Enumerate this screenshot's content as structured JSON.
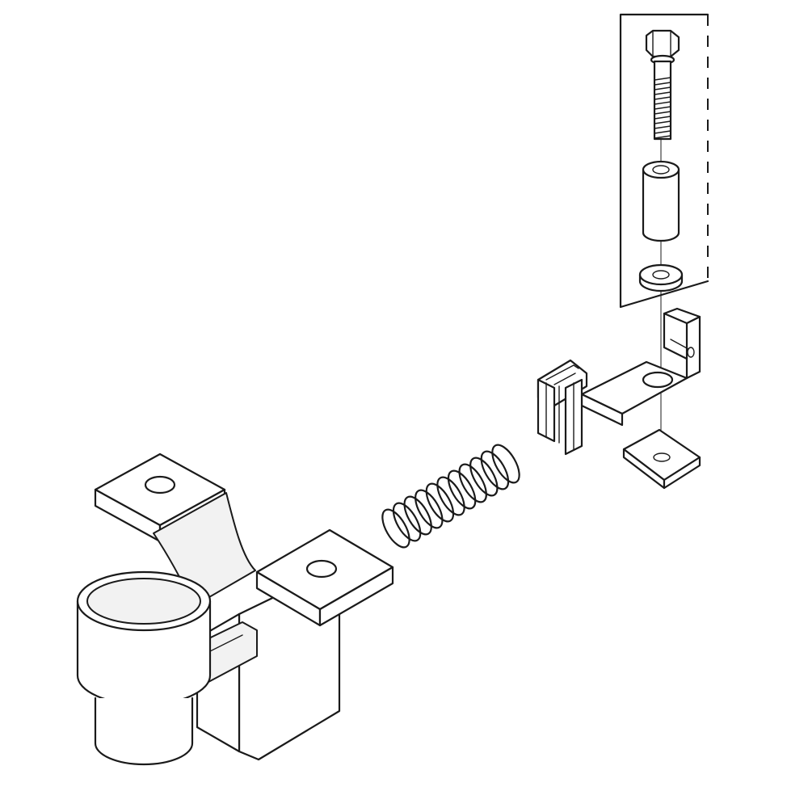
{
  "diagram": {
    "kind": "exploded parts diagram",
    "background": "#ffffff",
    "line_color": "#1a1a1a",
    "parts": [
      {
        "id": "hex-bolt",
        "icon": "hex-bolt-icon"
      },
      {
        "id": "spacer-sleeve",
        "icon": "cylinder-icon"
      },
      {
        "id": "flat-washer",
        "icon": "washer-icon"
      },
      {
        "id": "mounting-bracket",
        "icon": "bracket-icon"
      },
      {
        "id": "slotted-clip",
        "icon": "clip-icon"
      },
      {
        "id": "nut-plate",
        "icon": "plate-icon"
      },
      {
        "id": "compression-spring",
        "icon": "spring-icon"
      },
      {
        "id": "hinge-base",
        "icon": "hinge-icon"
      }
    ]
  }
}
